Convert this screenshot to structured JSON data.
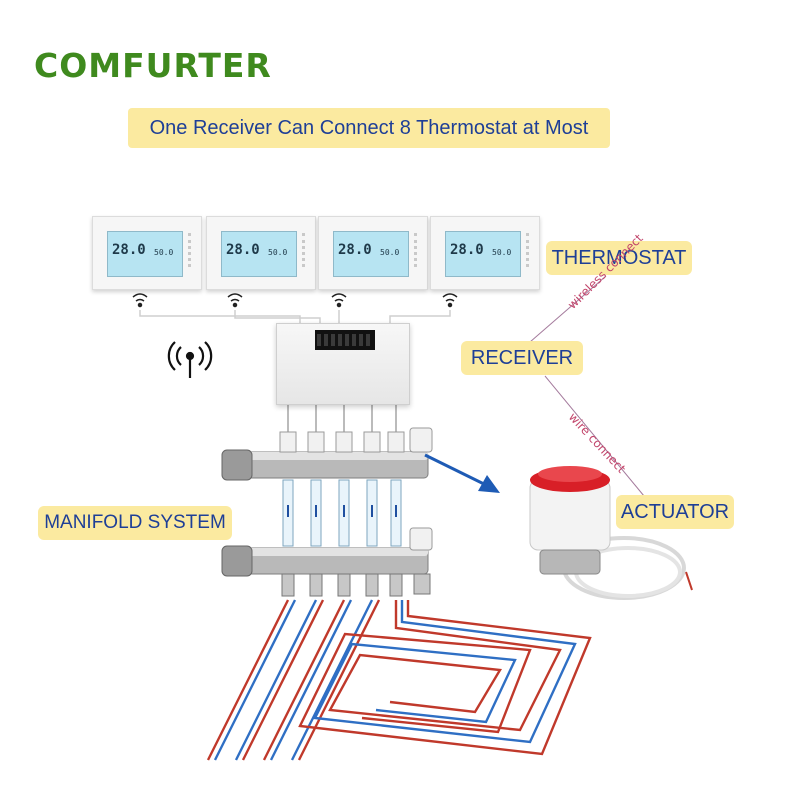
{
  "brand": "COMFURTER",
  "headline": "One Receiver Can Connect 8 Thermostat at Most",
  "labels": {
    "thermostat": "THERMOSTAT",
    "receiver": "RECEIVER",
    "actuator": "ACTUATOR",
    "manifold": "MANIFOLD SYSTEM"
  },
  "connections": {
    "wireless": "wireless connect",
    "wire": "wire connect"
  },
  "thermostats": [
    {
      "reading": "28.0",
      "setpoint": "50.0"
    },
    {
      "reading": "28.0",
      "setpoint": "50.0"
    },
    {
      "reading": "28.0",
      "setpoint": "50.0"
    },
    {
      "reading": "28.0",
      "setpoint": "50.0"
    }
  ],
  "colors": {
    "brand": "#3f8a1e",
    "label_bg": "#fbeaa0",
    "label_text": "#1e3f97",
    "connect_text": "#c2456b",
    "arrow": "#1e5bb5",
    "hot_pipe": "#c0392b",
    "cold_pipe": "#2f6fc4"
  },
  "icons": [
    "wifi-signal-icon",
    "wireless-wave-icon",
    "arrow-right-icon"
  ]
}
